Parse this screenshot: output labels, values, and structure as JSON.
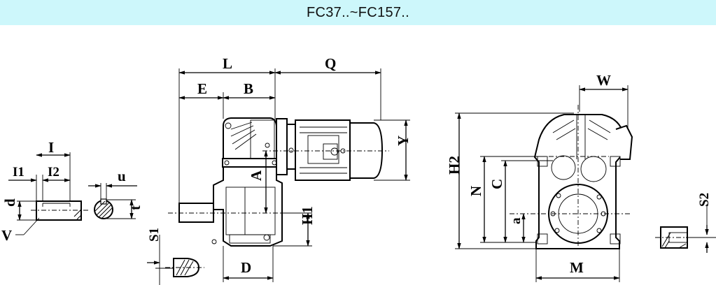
{
  "header": {
    "title": "FC37..~FC157.."
  },
  "labels": {
    "I": "I",
    "I1": "I1",
    "I2": "I2",
    "u": "u",
    "d": "d",
    "t": "t",
    "V": "V",
    "L": "L",
    "E": "E",
    "B": "B",
    "Q": "Q",
    "Y": "Y",
    "A": "A",
    "H1": "H1",
    "S1": "S1",
    "D": "D",
    "W": "W",
    "H2": "H2",
    "N": "N",
    "C": "C",
    "a": "a",
    "M": "M",
    "S2": "S2"
  }
}
